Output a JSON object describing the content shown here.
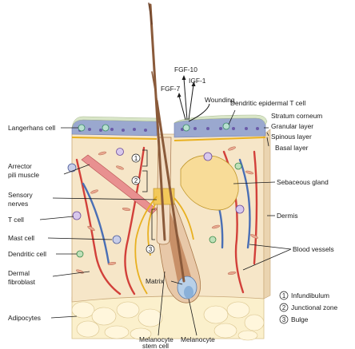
{
  "labels": {
    "fgf10": "FGF-10",
    "igf1": "IGF-1",
    "fgf7": "FGF-7",
    "wounding": "Wounding",
    "dendritic_t": "Dendritic epidermal T cell",
    "langerhans": "Langerhans cell",
    "stratum_corneum": "Stratum corneum",
    "granular": "Granular layer",
    "spinous": "Spinous layer",
    "basal": "Basal layer",
    "arrector_1": "Arrector",
    "arrector_2": "pili muscle",
    "sebaceous": "Sebaceous gland",
    "sensory_1": "Sensory",
    "sensory_2": "nerves",
    "tcell": "T cell",
    "dermis": "Dermis",
    "mast": "Mast cell",
    "blood": "Blood vessels",
    "dendritic_cell": "Dendritic cell",
    "dermal_1": "Dermal",
    "dermal_2": "fibroblast",
    "matrix": "Matrix",
    "adipocytes": "Adipocytes",
    "melano_stem_1": "Melanocyte",
    "melano_stem_2": "stem cell",
    "melanocyte": "Melanocyte"
  },
  "legend": [
    {
      "num": "1",
      "text": "Infundibulum"
    },
    {
      "num": "2",
      "text": "Junctional zone"
    },
    {
      "num": "3",
      "text": "Bulge"
    }
  ],
  "region_markers": [
    "1",
    "2",
    "3"
  ],
  "colors": {
    "stratum_corneum": "#d9e6c8",
    "epidermis": "#9aa8cf",
    "dermis": "#f6e6c8",
    "adipose": "#fbf0cc",
    "hair": "#8a5a3a",
    "follicle": "#e8c8a8",
    "sebaceous": "#f8dc98",
    "vessel_red": "#d2403a",
    "vessel_blue": "#4a6fb5",
    "nerve": "#e8b020"
  }
}
